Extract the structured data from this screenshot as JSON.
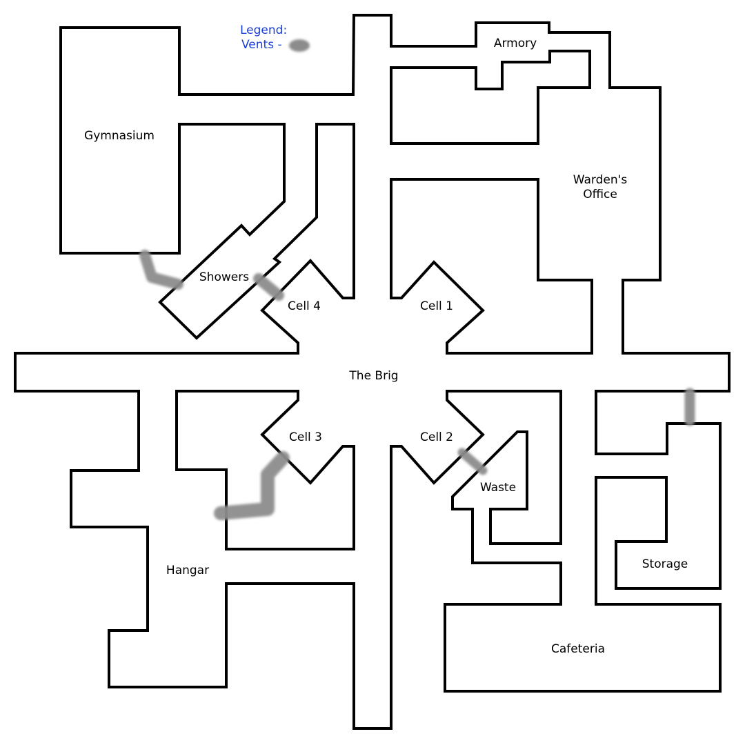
{
  "legend": {
    "title": "Legend:",
    "vents_label": "Vents -",
    "text_color": "#1a3cd6",
    "vent_color": "#8c8c8c"
  },
  "rooms": {
    "gymnasium": "Gymnasium",
    "armory": "Armory",
    "wardens_office_line1": "Warden's",
    "wardens_office_line2": "Office",
    "showers": "Showers",
    "cell_4": "Cell 4",
    "cell_1": "Cell 1",
    "the_brig": "The Brig",
    "cell_3": "Cell 3",
    "cell_2": "Cell 2",
    "waste": "Waste",
    "storage": "Storage",
    "hangar": "Hangar",
    "cafeteria": "Cafeteria"
  },
  "colors": {
    "walls": "#000000",
    "background": "#ffffff"
  }
}
